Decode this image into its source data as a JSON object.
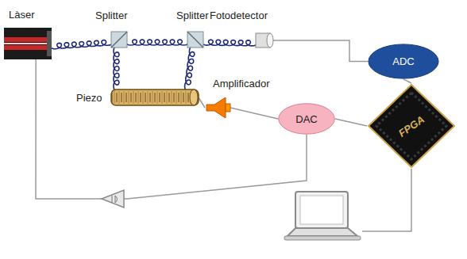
{
  "diagram": {
    "nodes": [
      {
        "text": [
          "Làser"
        ]
      },
      {
        "text": [
          "Splitter"
        ]
      },
      {
        "text": [
          "Splitter"
        ]
      },
      {
        "text": [
          "Fotodetector"
        ]
      },
      {
        "text": [
          "Piezo"
        ]
      },
      {
        "text": [
          "Amplificador"
        ]
      },
      {
        "text": [
          "DAC"
        ]
      },
      {
        "text": [
          "ADC"
        ]
      },
      {
        "text": [
          "FPGA"
        ]
      }
    ],
    "edges": [
      {
        "from": 0,
        "to": 1,
        "arrow": "none"
      },
      {
        "from": 1,
        "to": 2,
        "arrow": "none"
      },
      {
        "from": 2,
        "to": 3,
        "arrow": "none"
      },
      {
        "from": 1,
        "to": 4,
        "arrow": "none"
      },
      {
        "from": 2,
        "to": 4,
        "arrow": "none"
      },
      {
        "from": 3,
        "to": 7,
        "arrow": "none"
      },
      {
        "from": 7,
        "to": 8,
        "arrow": "none"
      },
      {
        "from": 8,
        "to": 6,
        "arrow": "none"
      },
      {
        "from": 6,
        "to": 5,
        "arrow": "none"
      },
      {
        "from": 5,
        "to": 4,
        "arrow": "none"
      },
      {
        "from": 6,
        "to": 0,
        "arrow": "none"
      }
    ]
  }
}
